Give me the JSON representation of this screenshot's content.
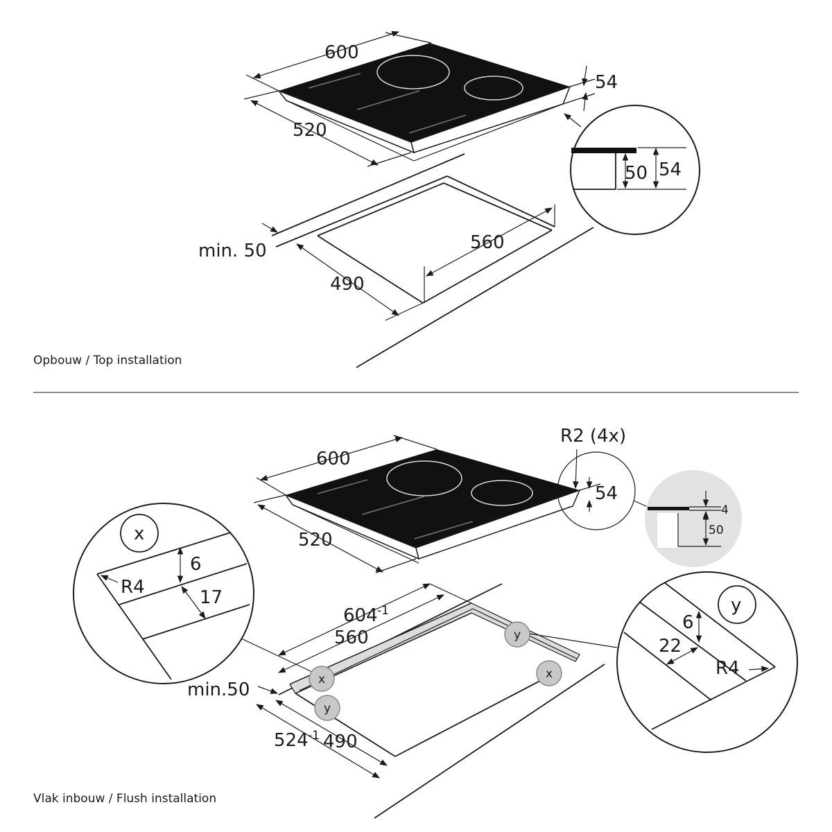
{
  "top": {
    "caption": "Opbouw / Top installation",
    "dims": {
      "width_600": "600",
      "depth_520": "520",
      "height_54": "54",
      "detail_50": "50",
      "detail_54": "54",
      "min_50": "min. 50",
      "cut_560": "560",
      "cut_490": "490"
    }
  },
  "flush": {
    "caption": "Vlak inbouw / Flush installation",
    "dims": {
      "width_600": "600",
      "depth_520": "520",
      "radius": "R2 (4x)",
      "height_54": "54",
      "detail_4": "4",
      "detail_50": "50",
      "rebate_604": "604",
      "rebate_604_tol": "-1",
      "cut_560": "560",
      "min_50": "min.50",
      "rebate_524": "524",
      "rebate_524_tol": "-1",
      "cut_490": "490"
    },
    "detail_x": {
      "marker": "x",
      "d6": "6",
      "d17": "17",
      "r4": "R4"
    },
    "detail_y": {
      "marker": "y",
      "d6": "6",
      "d22": "22",
      "r4": "R4"
    },
    "markers": {
      "x": "x",
      "y": "y"
    }
  }
}
